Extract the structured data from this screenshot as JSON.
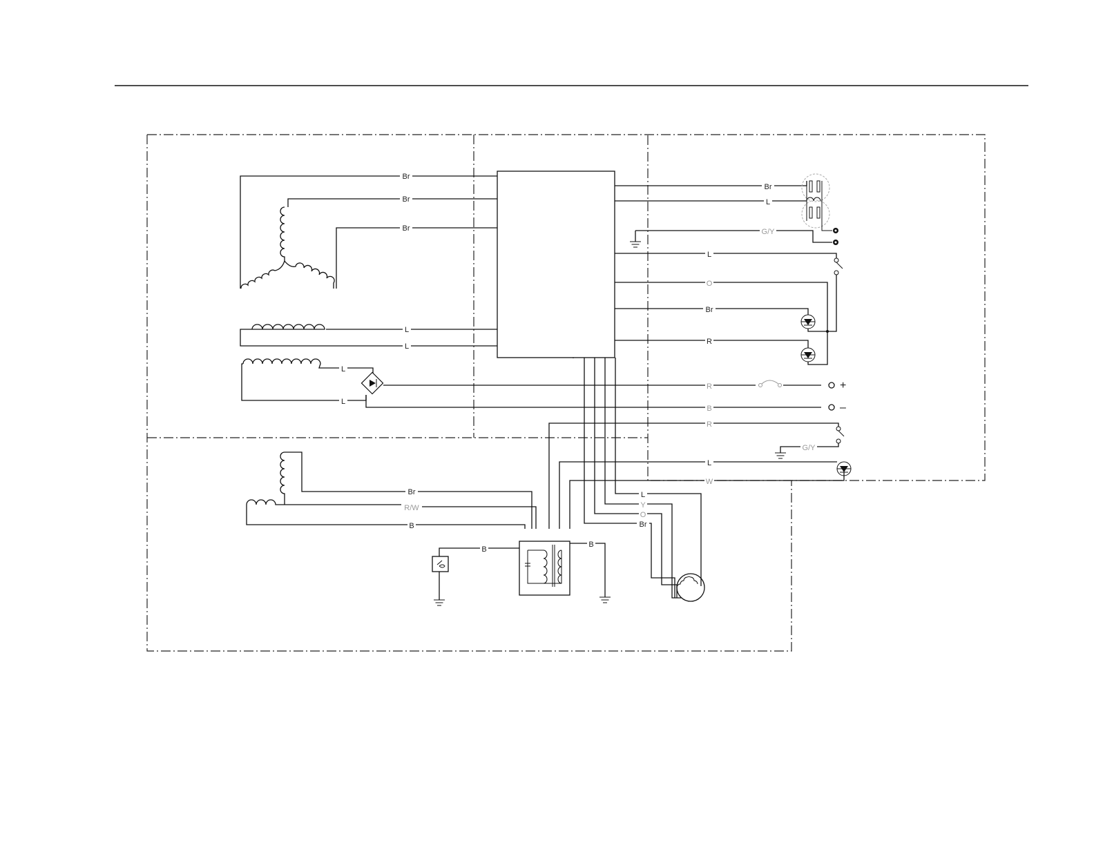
{
  "colors": {
    "line": "#111111",
    "faint_label": "#999999",
    "background": "#ffffff"
  },
  "labels": {
    "stator_main_1": "Br",
    "stator_main_2": "Br",
    "stator_main_3": "Br",
    "aux_winding_1": "L",
    "aux_winding_2": "L",
    "excitation_1": "L",
    "excitation_2": "L",
    "out_br": "Br",
    "out_l": "L",
    "out_gy": "G/Y",
    "switch_l": "L",
    "indicator_o": "O",
    "indicator_br": "Br",
    "indicator_r": "R",
    "dc_plus_wire": "R",
    "dc_minus_wire": "B",
    "dc_switch_wire": "R",
    "dc_ground_wire": "G/Y",
    "lamp_l": "L",
    "lamp_w": "W",
    "engine_br": "Br",
    "engine_rw": "R/W",
    "engine_b": "B",
    "oil_sensor_b": "B",
    "ignition_ground_b": "B",
    "motor_l": "L",
    "motor_y": "Y",
    "motor_o": "O",
    "motor_br": "Br"
  },
  "symbols": {
    "dc_plus": "+",
    "dc_minus": "–"
  },
  "icons": [
    "winding-coil-icon",
    "bridge-rectifier-icon",
    "outlet-socket-icon",
    "ground-icon",
    "switch-icon",
    "lamp-icon",
    "fuse-icon",
    "ignition-coil-icon",
    "oil-sensor-icon",
    "motor-icon",
    "terminal-icon"
  ]
}
